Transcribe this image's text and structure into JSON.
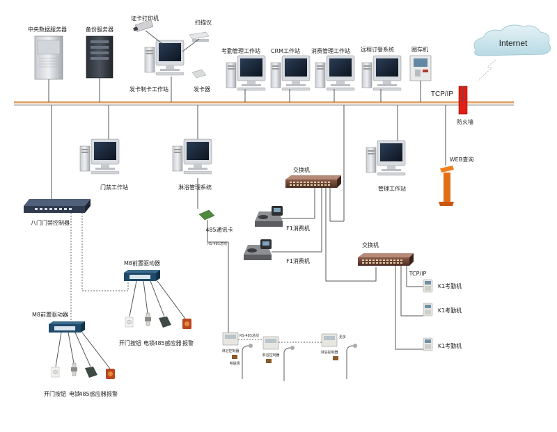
{
  "internet": {
    "label": "Internet"
  },
  "firewall": {
    "tcpip_label": "TCP/IP",
    "label": "防火墙"
  },
  "top_devices": {
    "central_server": "中央数据服务器",
    "backup_server": "备份服务器",
    "card_printer": "证卡打印机",
    "scanner": "扫描仪",
    "card_issuing_station": "发卡制卡工作站",
    "card_issuer": "发卡器",
    "attendance_station": "考勤管理工作站",
    "crm_station": "CRM工作站",
    "consumption_station": "消费管理工作站",
    "remote_ordering": "远程订餐系统",
    "storage_machine": "圈存机"
  },
  "mid_devices": {
    "access_station": "门禁工作站",
    "bath_system": "淋浴管理系统",
    "management_station": "管理工作站",
    "web_query": "WEB查询",
    "switch_1": "交换机",
    "switch_2": "交换机",
    "switch2_tcpip": "TCP/IP",
    "f1_pos_1": "F1消费机",
    "f1_pos_2": "F1消费机",
    "k1_1": "K1考勤机",
    "k1_2": "K1考勤机",
    "k1_3": "K1考勤机"
  },
  "access_control": {
    "controller": "八门门禁控制器",
    "m8_driver_1": "M8前置驱动器",
    "m8_driver_2": "M8前置驱动器",
    "peripherals_1": [
      "开门按钮",
      "电锁",
      "485感应器",
      "报警"
    ],
    "peripherals_2": [
      "开门按钮",
      "电锁",
      "485感应器",
      "报警"
    ]
  },
  "bath": {
    "card_485": "485通讯卡",
    "rs485_label_1": "RS-485总线",
    "rs485_label_2": "RS-485总线",
    "end_label": "更多",
    "controller_label": "淋浴控制器",
    "valve_label": "电磁阀"
  }
}
